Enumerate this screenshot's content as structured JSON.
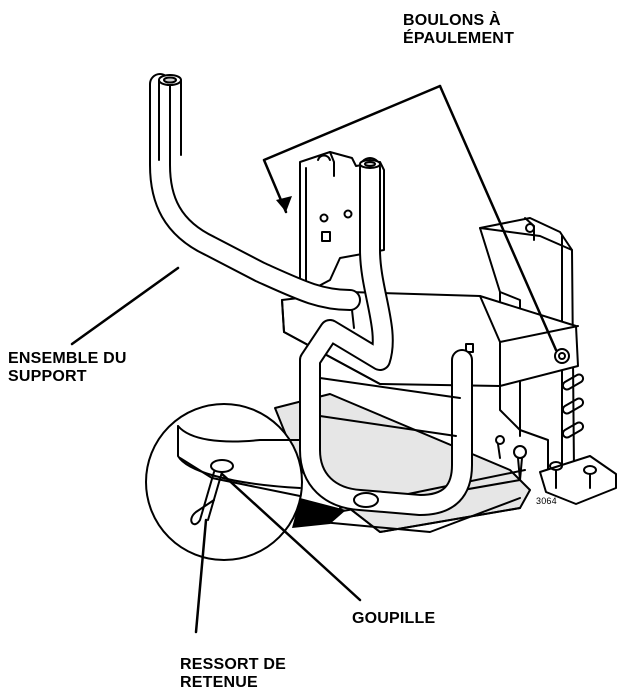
{
  "labels": {
    "shoulder_bolts": {
      "line1": "BOULONS À",
      "line2": "ÉPAULEMENT"
    },
    "support_assembly": {
      "line1": "ENSEMBLE DU",
      "line2": "SUPPORT"
    },
    "pin": "GOUPILLE",
    "retaining_spring": {
      "line1": "RESSORT DE",
      "line2": "RETENUE"
    }
  },
  "figure_number": "3064",
  "colors": {
    "ink": "#000000",
    "paper": "#ffffff",
    "shade": "#e6e6e6",
    "dark_shade": "#bdbdbd"
  }
}
